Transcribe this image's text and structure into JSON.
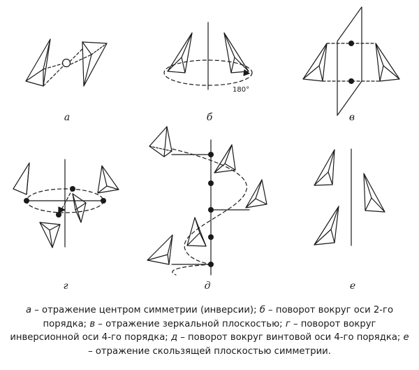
{
  "panels": [
    {
      "id": "a",
      "label": "а"
    },
    {
      "id": "b",
      "label": "б",
      "rotation_label": "180°"
    },
    {
      "id": "v",
      "label": "в"
    },
    {
      "id": "g",
      "label": "г"
    },
    {
      "id": "d",
      "label": "д"
    },
    {
      "id": "e",
      "label": "е"
    }
  ],
  "caption": [
    {
      "letter": "а",
      "text": " – отражение центром симметрии (инверсии); "
    },
    {
      "letter": "б",
      "text": " – поворот вокруг оси 2-го порядка; "
    },
    {
      "letter": "в",
      "text": " – отражение зеркальной плоскостью; "
    },
    {
      "letter": "г",
      "text": " – поворот вокруг инверсионной оси 4-го порядка; "
    },
    {
      "letter": "д",
      "text": " – поворот вокруг винтовой оси 4-го порядка; "
    },
    {
      "letter": "е",
      "text": " – отражение скользящей плоскостью симметрии."
    }
  ],
  "colors": {
    "ink": "#1a1a1a",
    "background": "#ffffff"
  }
}
